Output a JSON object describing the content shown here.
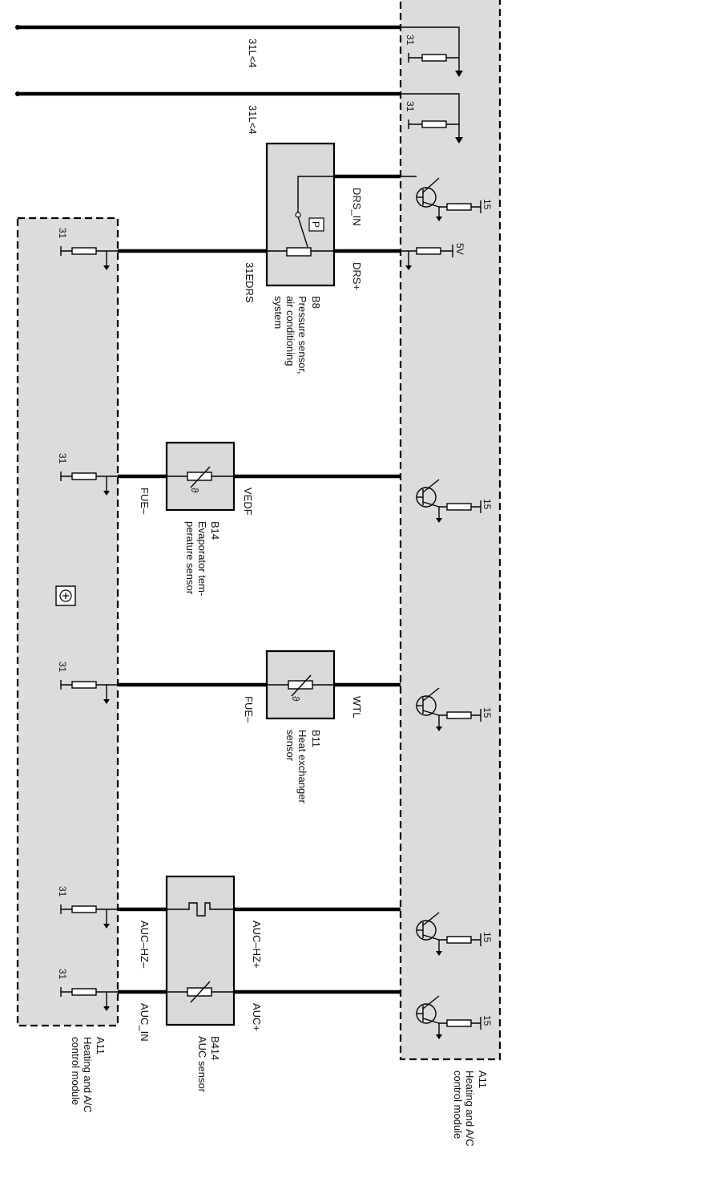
{
  "module_right": {
    "id": "A11",
    "name_line1": "Heating and A/C",
    "name_line2": "control module",
    "pin_labels": [
      "31",
      "31",
      "15",
      "5V",
      "15",
      "15",
      "15",
      "15"
    ]
  },
  "module_left": {
    "id": "A11",
    "name_line1": "Heating and A/C",
    "name_line2": "control module",
    "pin_labels": [
      "31",
      "31",
      "31",
      "31",
      "31"
    ]
  },
  "wires": {
    "ground_1": "31L<4",
    "ground_2": "31L<4",
    "drs_in": "DRS_IN",
    "drs_plus": "DRS+",
    "ground_31edrs": "31EDRS",
    "vedf": "VEDF",
    "fue_1": "FUE–",
    "wtl": "WTL",
    "fue_2": "FUE–",
    "auc_hz_plus": "AUC–HZ+",
    "auc_hz_minus": "AUC–HZ–",
    "auc_plus": "AUC+",
    "auc_in": "AUC_IN"
  },
  "components": {
    "b8": {
      "id": "B8",
      "desc_line1": "Pressure sensor,",
      "desc_line2": "air conditioning",
      "desc_line3": "system",
      "symbol": "P"
    },
    "b14": {
      "id": "B14",
      "desc_line1": "Evaporator tem-",
      "desc_line2": "perature sensor",
      "symbol": "ϑ"
    },
    "b11": {
      "id": "B11",
      "desc_line1": "Heat exchanger",
      "desc_line2": "sensor",
      "symbol": "ϑ"
    },
    "b414": {
      "id": "B414",
      "desc_line1": "AUC sensor"
    }
  },
  "icons": {
    "chip": "chip-icon",
    "transistor": "transistor-icon",
    "ground": "ground-arrow-icon"
  }
}
